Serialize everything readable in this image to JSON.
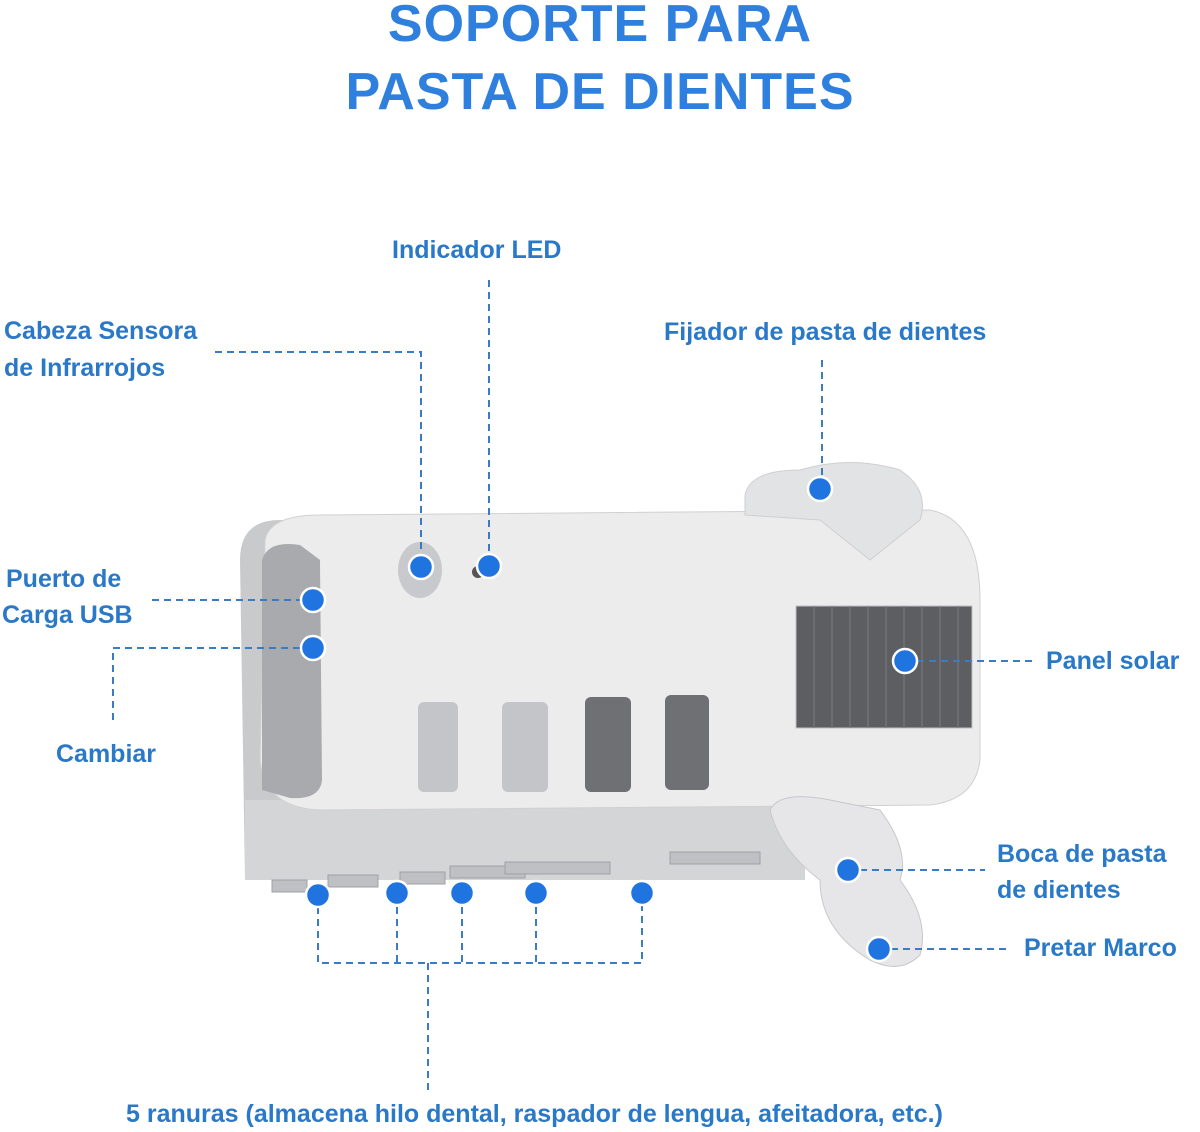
{
  "title": {
    "line1": "SOPORTE PARA",
    "line2": "PASTA DE DIENTES"
  },
  "labels": {
    "led": "Indicador LED",
    "sensor1": "Cabeza Sensora",
    "sensor2": "de Infrarrojos",
    "fixer": "Fijador de pasta de dientes",
    "usb1": "Puerto de",
    "usb2": "Carga USB",
    "switch": "Cambiar",
    "solar": "Panel solar",
    "mouth1": "Boca de pasta",
    "mouth2": "de dientes",
    "press": "Pretar Marco",
    "slots": "5 ranuras (almacena hilo dental, raspador de lengua, afeitadora, etc.)"
  },
  "colors": {
    "title": "#2f80de",
    "label": "#2a78c8",
    "dot": "#1f74e0",
    "line": "#3a7cc4"
  }
}
